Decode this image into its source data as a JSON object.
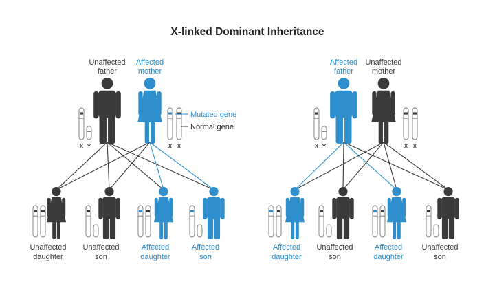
{
  "colors": {
    "affected": "#2f8fcc",
    "unaffected": "#3a3a3a",
    "text": "#222222",
    "chromosome_stroke": "#777777"
  },
  "title": "X-linked Dominant Inheritance",
  "legend": {
    "mutated_gene": "Mutated gene",
    "normal_gene": "Normal gene"
  },
  "chromosome_labels": {
    "x": "X",
    "y": "Y"
  },
  "panels": [
    {
      "name": "left",
      "parents": [
        {
          "role": "father",
          "affected": false,
          "label1": "Unaffected",
          "label2": "father",
          "icon": "male-person-icon",
          "chromosomes": [
            "X",
            "Y"
          ]
        },
        {
          "role": "mother",
          "affected": true,
          "label1": "Affected",
          "label2": "mother",
          "icon": "female-person-icon",
          "chromosomes": [
            "X",
            "X"
          ]
        }
      ],
      "children": [
        {
          "affected": false,
          "label1": "Unaffected",
          "label2": "daughter",
          "icon": "female-person-icon"
        },
        {
          "affected": false,
          "label1": "Unaffected",
          "label2": "son",
          "icon": "male-person-icon"
        },
        {
          "affected": true,
          "label1": "Affected",
          "label2": "daughter",
          "icon": "female-person-icon"
        },
        {
          "affected": true,
          "label1": "Affected",
          "label2": "son",
          "icon": "male-person-icon"
        }
      ]
    },
    {
      "name": "right",
      "parents": [
        {
          "role": "father",
          "affected": true,
          "label1": "Affected",
          "label2": "father",
          "icon": "male-person-icon",
          "chromosomes": [
            "X",
            "Y"
          ]
        },
        {
          "role": "mother",
          "affected": false,
          "label1": "Unaffected",
          "label2": "mother",
          "icon": "female-person-icon",
          "chromosomes": [
            "X",
            "X"
          ]
        }
      ],
      "children": [
        {
          "affected": true,
          "label1": "Affected",
          "label2": "daughter",
          "icon": "female-person-icon"
        },
        {
          "affected": false,
          "label1": "Unaffected",
          "label2": "son",
          "icon": "male-person-icon"
        },
        {
          "affected": true,
          "label1": "Affected",
          "label2": "daughter",
          "icon": "female-person-icon"
        },
        {
          "affected": false,
          "label1": "Unaffected",
          "label2": "son",
          "icon": "male-person-icon"
        }
      ]
    }
  ]
}
